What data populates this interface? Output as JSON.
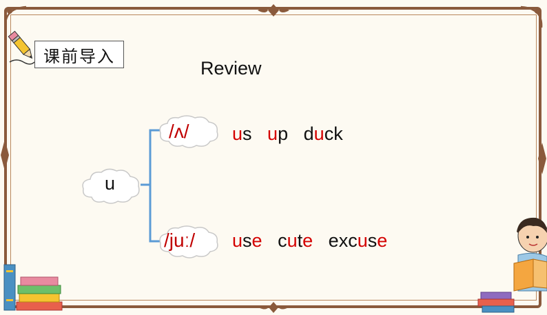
{
  "header": {
    "title": "课前导入"
  },
  "slide": {
    "heading": "Review",
    "root_letter": "u",
    "groups": [
      {
        "phonetic": "/ʌ/",
        "words": [
          {
            "parts": [
              {
                "t": "u",
                "red": true
              },
              {
                "t": "s",
                "red": false
              }
            ]
          },
          {
            "parts": [
              {
                "t": "u",
                "red": true
              },
              {
                "t": "p",
                "red": false
              }
            ]
          },
          {
            "parts": [
              {
                "t": "d",
                "red": false
              },
              {
                "t": "u",
                "red": true
              },
              {
                "t": "ck",
                "red": false
              }
            ]
          }
        ]
      },
      {
        "phonetic": "/juː/",
        "words": [
          {
            "parts": [
              {
                "t": "u",
                "red": true
              },
              {
                "t": "s",
                "red": false
              },
              {
                "t": "e",
                "red": true
              }
            ]
          },
          {
            "parts": [
              {
                "t": "c",
                "red": false
              },
              {
                "t": "u",
                "red": true
              },
              {
                "t": "t",
                "red": false
              },
              {
                "t": "e",
                "red": true
              }
            ]
          },
          {
            "parts": [
              {
                "t": "exc",
                "red": false
              },
              {
                "t": "u",
                "red": true
              },
              {
                "t": "s",
                "red": false
              },
              {
                "t": "e",
                "red": true
              }
            ]
          }
        ]
      }
    ]
  },
  "colors": {
    "frame": "#8a5a3c",
    "accent_red": "#d40000",
    "connector": "#5b9bd5"
  }
}
